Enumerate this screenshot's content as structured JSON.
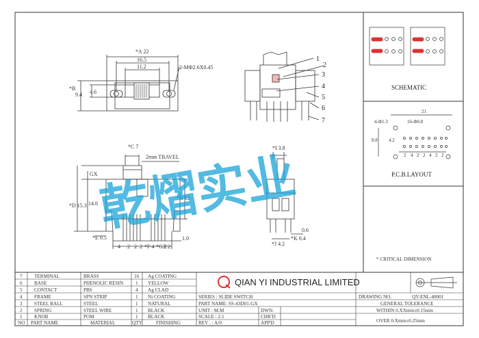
{
  "views": {
    "top": {
      "dim_a": "*A 22",
      "dim_165": "16.5",
      "dim_112": "11.2",
      "dim_hole": "2-MΦ2.6X0.45",
      "dim_b": "*B",
      "dim_94": "9.4",
      "dim_46": "4.6"
    },
    "front": {
      "dim_c": "*C 7",
      "travel": "2mm TRAVEL",
      "gx": "GX",
      "dim_d": "*D 15.3",
      "dim_146": "14.6",
      "dim_h": "*H 12",
      "dim_e": "*E 0.5",
      "dim_f": "*F 4",
      "dim_g": "*G 2",
      "dim_4": "4",
      "dim_2a": "2",
      "dim_2b": "2",
      "dim_2c": "2",
      "dim_2d": "2",
      "dim_2e": "2",
      "dim_10": "1.0"
    },
    "side": {
      "dim_i": "*I 3.8",
      "dim_06": "0.6",
      "dim_k": "*K 0.4",
      "dim_j": "*J 4.2",
      "callouts": [
        "1",
        "2",
        "3",
        "4",
        "5",
        "6",
        "7"
      ]
    }
  },
  "watermark": "乾熠实业",
  "schematic": {
    "title": "SCHEMATIC"
  },
  "pcb": {
    "title": "P.C.B.LAYOUT",
    "dim_21": "21",
    "dim_holes_a": "4-Φ1.3",
    "dim_holes_b": "16-Φ0.8",
    "dim_88": "8.8",
    "dim_42": "4.2",
    "dim_row": [
      "2",
      "4",
      "2",
      "2",
      "4",
      "2",
      "2"
    ]
  },
  "critical": "* CRITICAL DIMENSION",
  "bom": [
    {
      "no": "7",
      "part": "TERMINAL",
      "material": "BRASS",
      "qty": "16",
      "finish": "Ag COATING"
    },
    {
      "no": "6",
      "part": "BASE",
      "material": "PHENOLIC RESIN",
      "qty": "1",
      "finish": "YELLOW"
    },
    {
      "no": "5",
      "part": "CONTACT",
      "material": "PBS",
      "qty": "4",
      "finish": "Ag CLAD"
    },
    {
      "no": "4",
      "part": "FRAME",
      "material": "SPN STRIP",
      "qty": "1",
      "finish": "Ni COATING"
    },
    {
      "no": "3",
      "part": "STEEL BALL",
      "material": "STEEL",
      "qty": "1",
      "finish": "NATURAL"
    },
    {
      "no": "2",
      "part": "SPRING",
      "material": "STEEL WIRE",
      "qty": "1",
      "finish": "BLACK"
    },
    {
      "no": "1",
      "part": "KNOB",
      "material": "POM",
      "qty": "1",
      "finish": "BLACK"
    }
  ],
  "bom_header": {
    "no": "NO",
    "part": "PART NAME",
    "material": "MATERIAL",
    "qty": "QTY",
    "finish": "FINISHING"
  },
  "title_block": {
    "company": "QIAN YI INDUSTRIAL LIMITED",
    "logo": "Q",
    "drawing_no_label": "DRAWING NO.",
    "drawing_no": "QY-ENL-40001",
    "series": "SERIES : SLIDE SWITCH",
    "part_name": "PART NAME: SS-43D01-GX",
    "unit": "UNIT : M.M",
    "scale": "SCALE : 2:1",
    "rev": "REV . : A/0",
    "dwn": "DWN.",
    "chkd": "CHK'D",
    "appd": "APP'D",
    "general_tolerance": "GENERAL TOLERANCE",
    "within": "WITHIN 0.XXmm±0.15mm",
    "over": "OVER   0.Xmm±0.25mm"
  },
  "colors": {
    "line": "#333333",
    "accent": "#e03030",
    "watermark": "#1aa3d9"
  }
}
